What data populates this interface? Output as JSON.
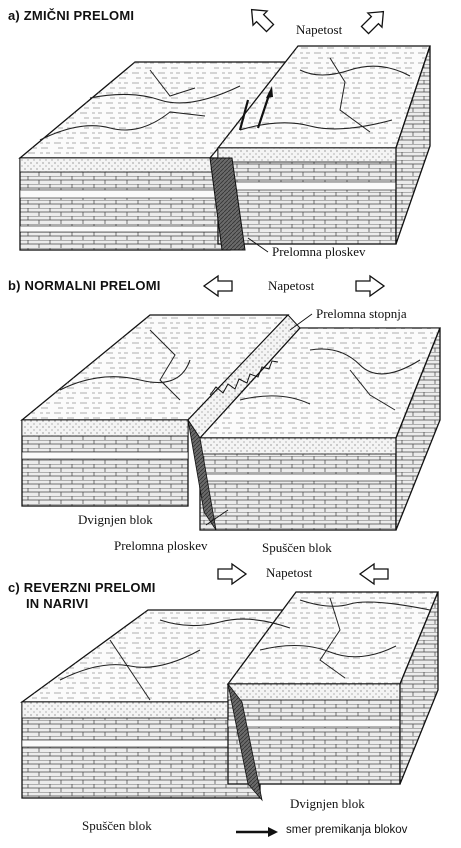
{
  "panels": [
    {
      "heading": "a) ZMIČNI PRELOMI",
      "stress": "Napetost",
      "labels": {
        "fault_plane": "Prelomna ploskev"
      }
    },
    {
      "heading": "b) NORMALNI PRELOMI",
      "stress": "Napetost",
      "labels": {
        "fault_scarp": "Prelomna stopnja",
        "raised_block": "Dvignjen blok",
        "fault_plane": "Prelomna ploskev",
        "lowered_block": "Spuščen blok"
      }
    },
    {
      "heading_line1": "c) REVERZNI PRELOMI",
      "heading_line2": "IN NARIVI",
      "stress": "Napetost",
      "labels": {
        "raised_block": "Dvignjen blok",
        "lowered_block": "Spuščen blok"
      }
    }
  ],
  "legend": {
    "text": "smer premikanja blokov"
  }
}
